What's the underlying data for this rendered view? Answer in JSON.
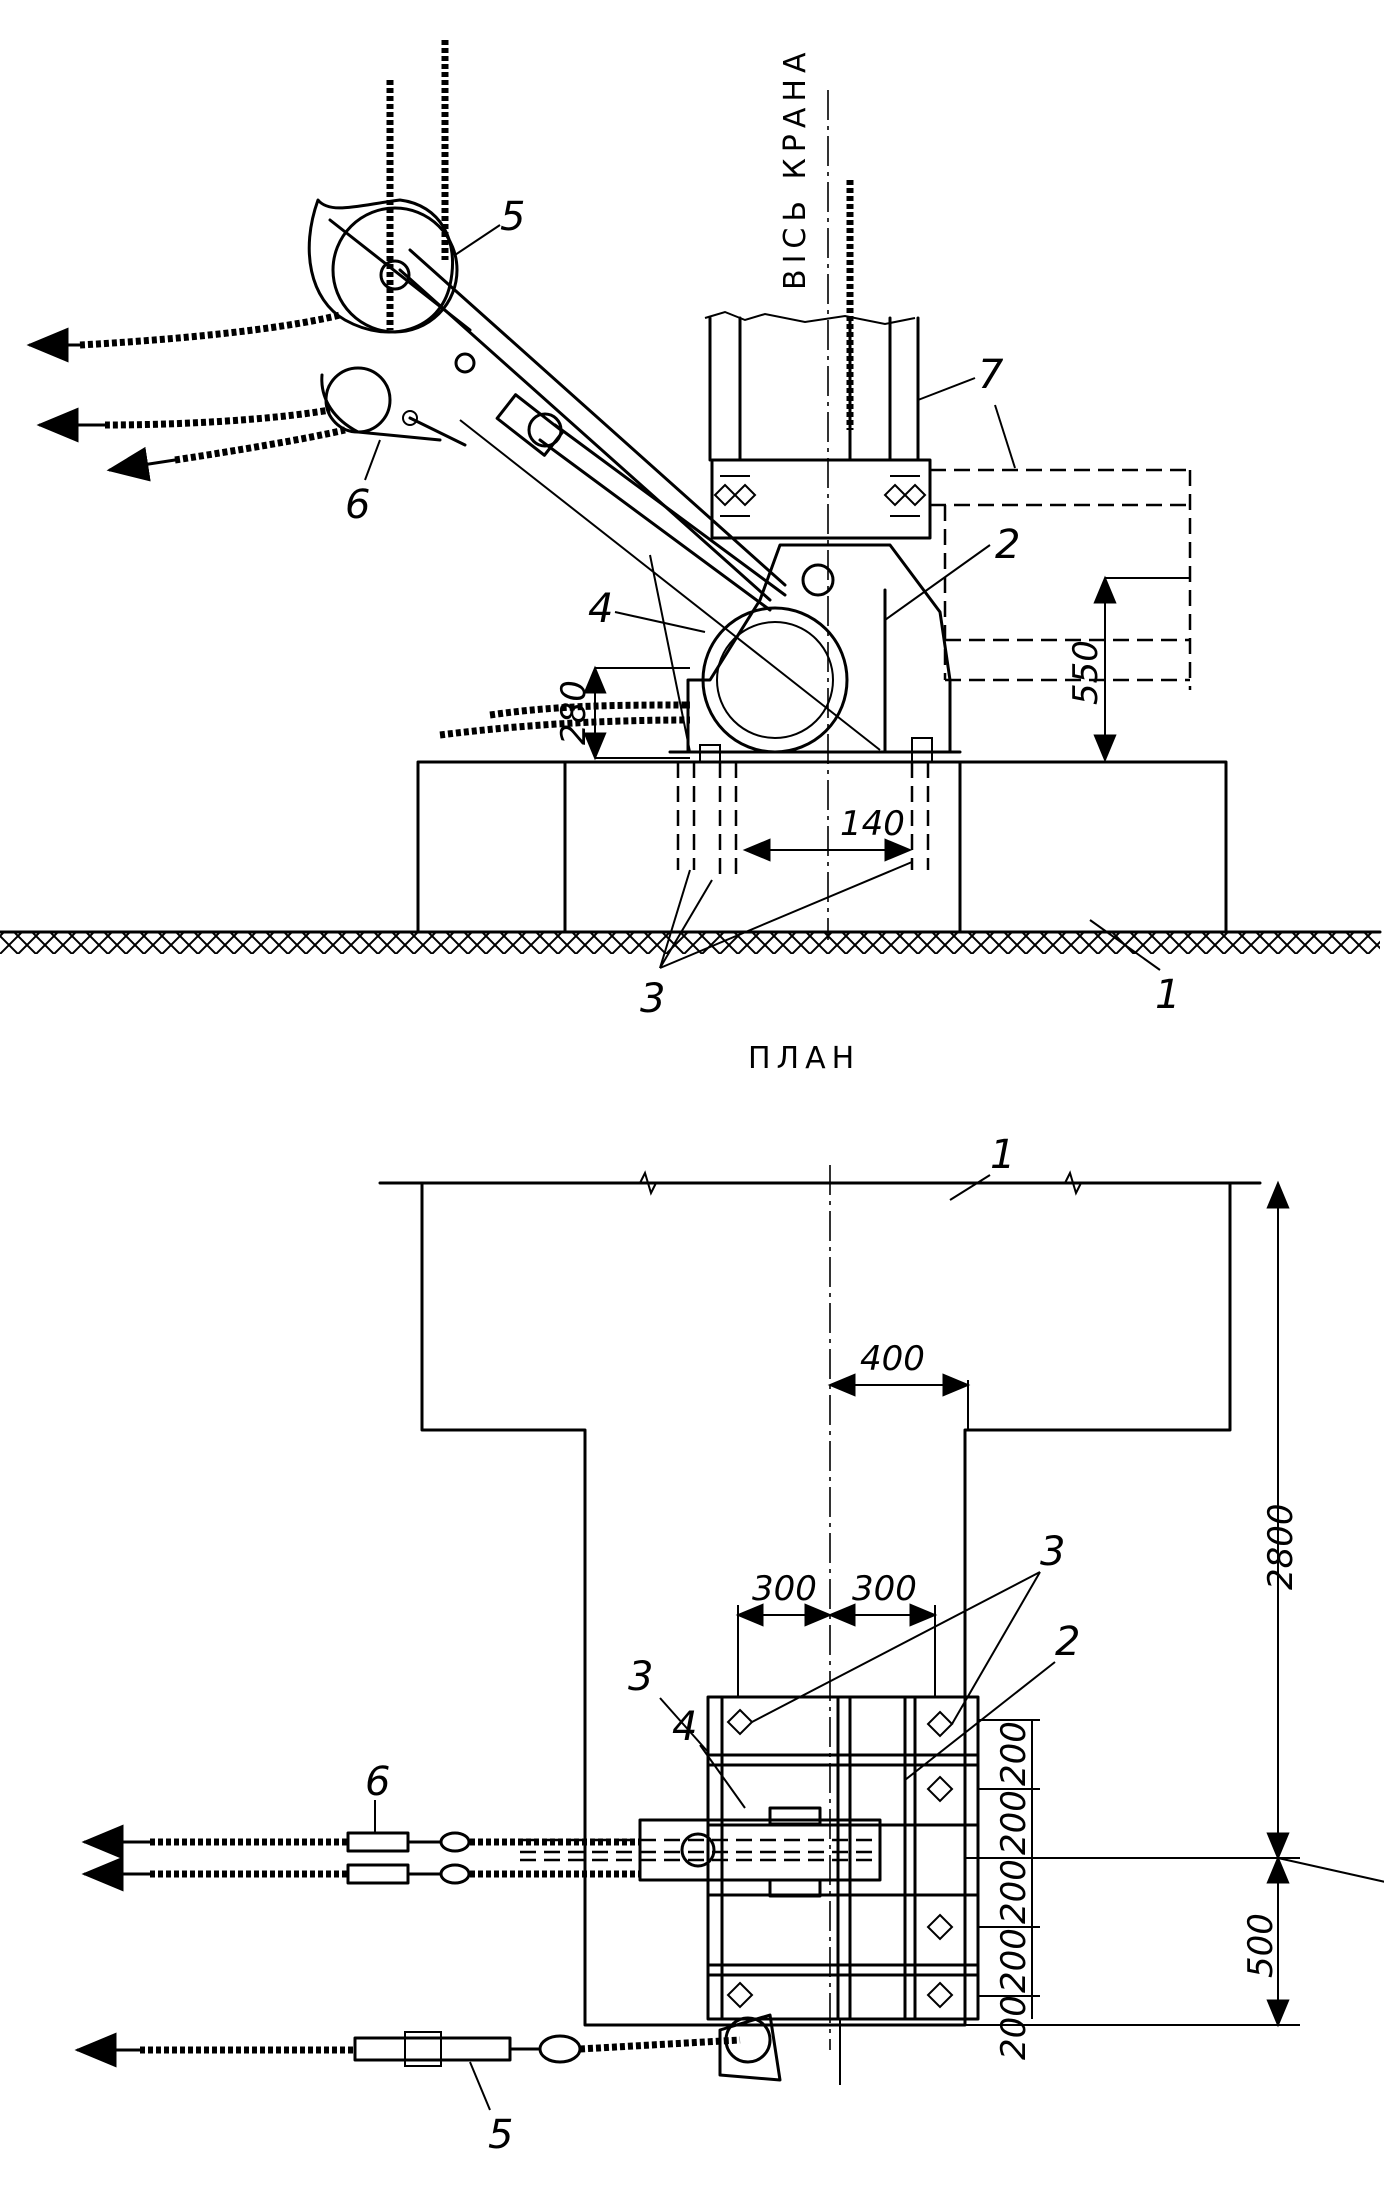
{
  "elevation": {
    "axis_label": "ВІСЬ КРАНА",
    "part_labels": [
      "1",
      "2",
      "3",
      "4",
      "5",
      "6",
      "7"
    ],
    "dimensions": [
      "280",
      "550",
      "140"
    ]
  },
  "plan": {
    "title": "ПЛАН",
    "part_labels": [
      "1",
      "2",
      "3",
      "3",
      "4",
      "5",
      "6"
    ],
    "dimensions": [
      "400",
      "300",
      "300",
      "200",
      "200",
      "200",
      "200",
      "200",
      "500",
      "2800"
    ]
  }
}
